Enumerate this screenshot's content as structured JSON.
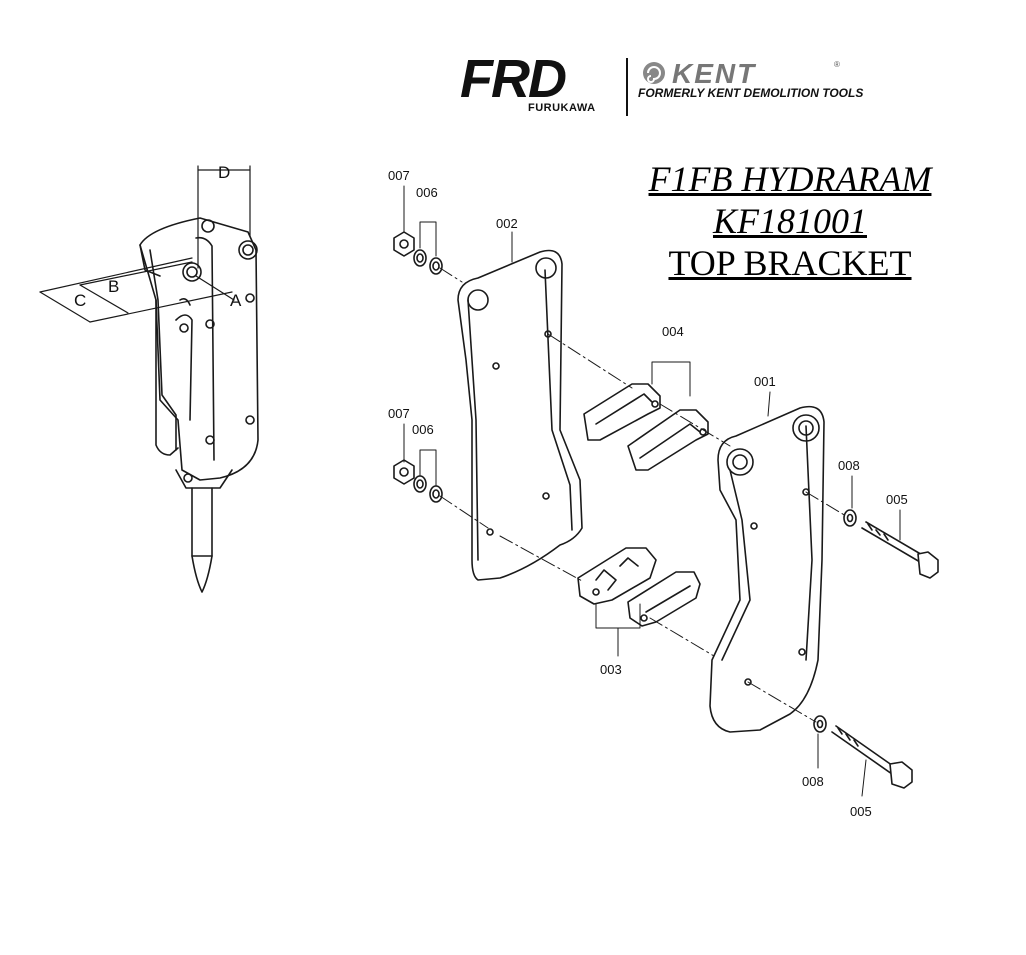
{
  "logo": {
    "brand": "FRD",
    "brand_sub": "FURUKAWA",
    "partner": "KENT",
    "partner_sub": "FORMERLY KENT DEMOLITION TOOLS",
    "registered_mark": "®"
  },
  "title": {
    "line1": "F1FB HYDRARAM",
    "line2": "KF181001",
    "line3": "TOP BRACKET"
  },
  "dimensions": {
    "a": "A",
    "b": "B",
    "c": "C",
    "d": "D"
  },
  "parts": {
    "p001": "001",
    "p002": "002",
    "p003": "003",
    "p004": "004",
    "p005_top": "005",
    "p005_bottom": "005",
    "p006_top": "006",
    "p006_bottom": "006",
    "p007_top": "007",
    "p007_bottom": "007",
    "p008_top": "008",
    "p008_bottom": "008"
  },
  "colors": {
    "line": "#1a1a1a",
    "brand_gray": "#777777"
  }
}
